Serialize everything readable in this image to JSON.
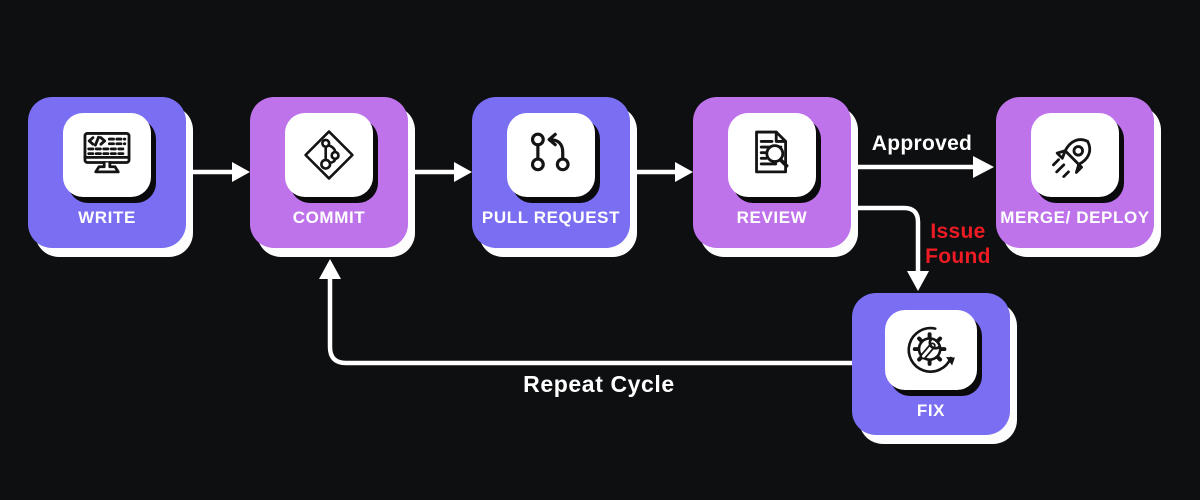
{
  "diagram": {
    "title": "",
    "type": "flowchart",
    "colors": {
      "background": "#0e0f11",
      "node_purple": "#7a6ef2",
      "node_violet": "#be73eb",
      "card_white": "#ffffff",
      "icon_stroke": "#141414",
      "arrow_white": "#ffffff",
      "issue_red": "#ee1b24",
      "label_white": "#ffffff"
    },
    "nodes": [
      {
        "id": "write",
        "label": "WRITE",
        "color": "purple",
        "icon": "monitor-code-icon"
      },
      {
        "id": "commit",
        "label": "COMMIT",
        "color": "violet",
        "icon": "git-branch-icon"
      },
      {
        "id": "pull-request",
        "label": "PULL REQUEST",
        "color": "purple",
        "icon": "pull-request-icon"
      },
      {
        "id": "review",
        "label": "REVIEW",
        "color": "violet",
        "icon": "document-search-icon"
      },
      {
        "id": "merge-deploy",
        "label": "MERGE/ DEPLOY",
        "color": "violet",
        "icon": "rocket-icon"
      },
      {
        "id": "fix",
        "label": "FIX",
        "color": "purple",
        "icon": "gear-wrench-icon"
      }
    ],
    "edges": [
      {
        "from": "write",
        "to": "commit",
        "label": ""
      },
      {
        "from": "commit",
        "to": "pull-request",
        "label": ""
      },
      {
        "from": "pull-request",
        "to": "review",
        "label": ""
      },
      {
        "from": "review",
        "to": "merge-deploy",
        "label": "Approved"
      },
      {
        "from": "review",
        "to": "fix",
        "label": "Issue Found"
      },
      {
        "from": "fix",
        "to": "commit",
        "label": "Repeat Cycle"
      }
    ],
    "edge_labels": {
      "approved": "Approved",
      "issue_found_line1": "Issue",
      "issue_found_line2": "Found",
      "repeat_cycle": "Repeat Cycle"
    }
  }
}
